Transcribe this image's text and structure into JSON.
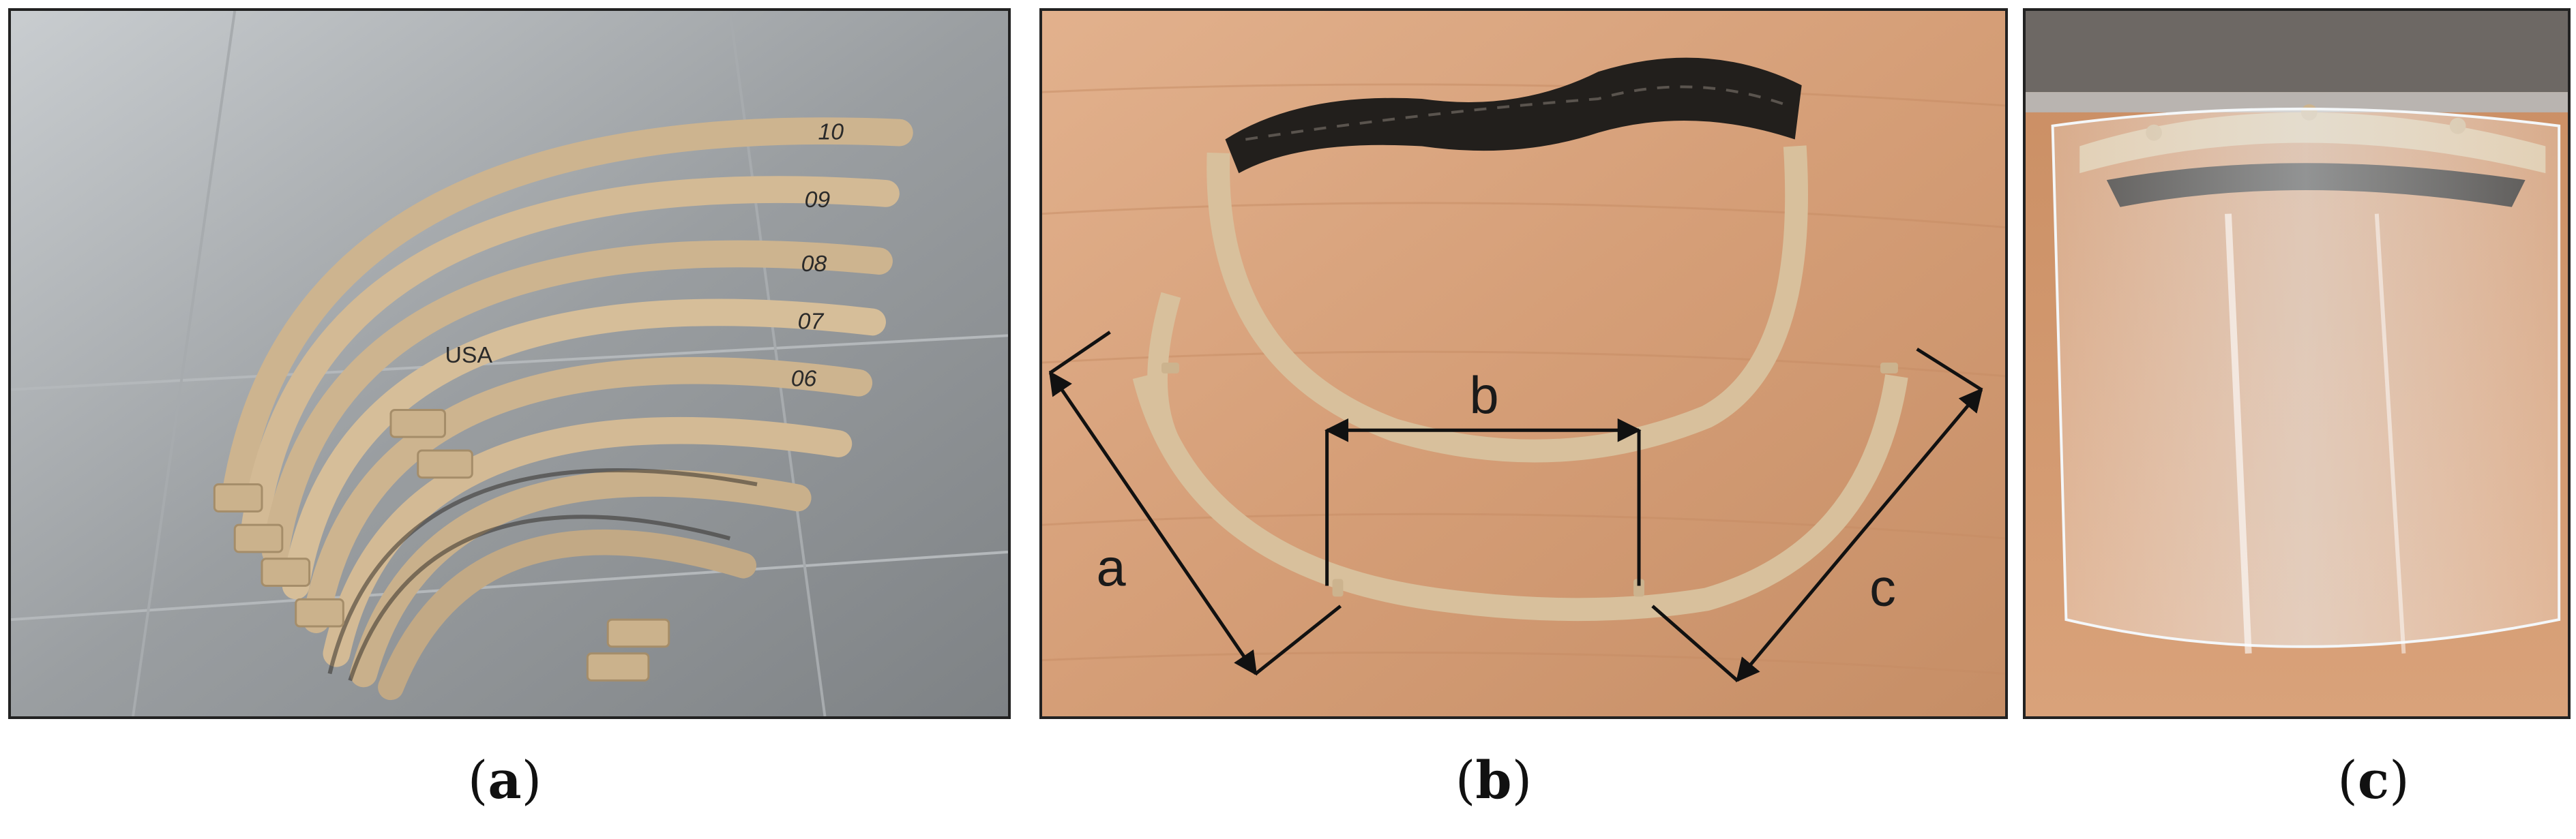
{
  "figure": {
    "panels": [
      {
        "id": "a",
        "caption_open": "(",
        "caption_letter": "a",
        "caption_close": ")",
        "band_numbers": [
          "10",
          "09",
          "08",
          "07",
          "06"
        ],
        "imprint": "USA"
      },
      {
        "id": "b",
        "caption_open": "(",
        "caption_letter": "b",
        "caption_close": ")",
        "dimension_labels": {
          "a": "a",
          "b": "b",
          "c": "c"
        }
      },
      {
        "id": "c",
        "caption_open": "(",
        "caption_letter": "c",
        "caption_close": ")"
      }
    ]
  },
  "colors": {
    "floor_tile": "#8f9396",
    "wood": "#d9a27a",
    "pla_band": "#d8c09c",
    "elastic_strap": "#221f1c",
    "visor": "#dfe6ea"
  }
}
